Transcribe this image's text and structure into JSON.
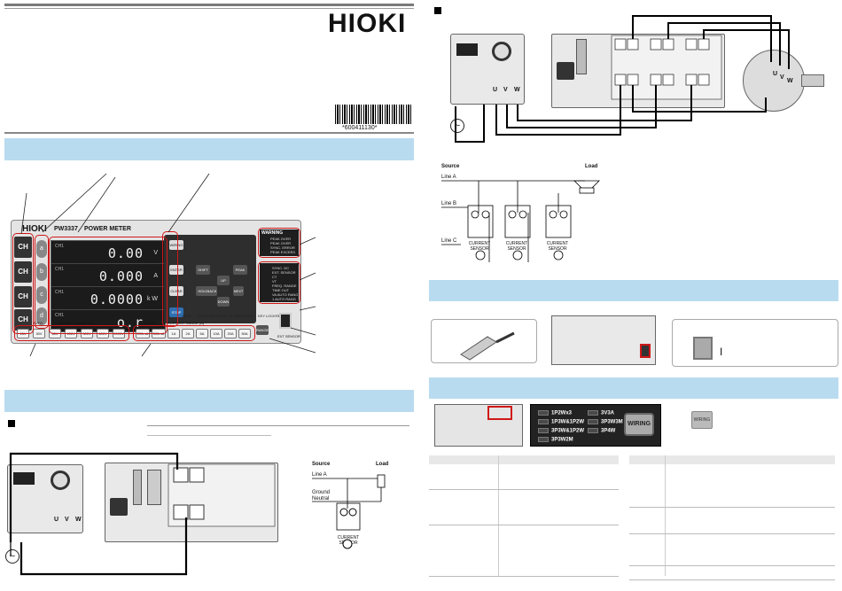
{
  "header": {
    "logo": "HIOKI",
    "barcode_text": "*600411130*"
  },
  "panel": {
    "brand": "HIOKI",
    "model": "PW3337",
    "title": "POWER METER",
    "channels": [
      "CH",
      "CH",
      "CH",
      "CH"
    ],
    "selectors": [
      "a",
      "b",
      "c",
      "d"
    ],
    "display": [
      {
        "ch": "CH1",
        "value": "0.00",
        "unit": "V"
      },
      {
        "ch": "CH1",
        "value": "0.000",
        "unit": "A"
      },
      {
        "ch": "CH1",
        "value": "0.0000",
        "unit": "k W"
      },
      {
        "ch": "CH1",
        "value": "o.r",
        "unit": ""
      }
    ],
    "auto_left": "AUTO",
    "voltage_range": "VOLTAGE RANGE (V)",
    "voltage_buttons": [
      "15V",
      "30V",
      "60V",
      "150V",
      "300V",
      "600V",
      "1000V"
    ],
    "auto_right": "AUTO",
    "current_range": "CURRENT RANGE (A)",
    "current_buttons": [
      "200mA",
      "500mA",
      "1A",
      "2A",
      "5A",
      "10A",
      "20A",
      "50A"
    ],
    "warning_label": "WARNING",
    "warning_items": [
      "PEAK OVER",
      "PEAK OVER",
      "SYNC. ERROR",
      "PEAK EXCEED"
    ],
    "status_items": [
      "SYNC. DC",
      "EXT. SENSOR",
      "CT",
      "VT",
      "FREQ. RANGE",
      "TIME OUT",
      "VA AUTO RANG",
      "1 AUTO RANG"
    ],
    "keys": [
      "WIRING",
      "ENTER",
      "CLEAR",
      "STOP",
      "SHIFT",
      "HOLD",
      "PEAK",
      "UP",
      "DOWN",
      "BACK",
      "NEXT"
    ],
    "bottom_labels": [
      "SYNC",
      "HOLD LIMIT",
      "START STOP",
      "D/A ASIGN",
      "KEY LOCK",
      "REMOTE"
    ],
    "ext_sensor": "EXT SENSOR",
    "range_up": "RANGE"
  },
  "wiring_menu": {
    "items": [
      "1P2Wx3",
      "1P3W&1P2W",
      "3P3W&1P2W",
      "3P3W2M",
      "3V3A",
      "3P3W3M",
      "3P4W"
    ],
    "button": "WIRING",
    "button_small": "WIRING"
  },
  "diagram_bottom": {
    "source": "Source",
    "load": "Load",
    "line_a": "Line A",
    "ground": "Ground",
    "neutral": "Neutral",
    "sensor": "CURRENT SENSOR",
    "terminals": [
      "U",
      "V",
      "W"
    ]
  },
  "diagram_right": {
    "source": "Source",
    "load": "Load",
    "line_a": "Line A",
    "line_b": "Line B",
    "line_c": "Line C",
    "sensor": "CURRENT SENSOR",
    "terminals": [
      "U",
      "V",
      "W"
    ],
    "motor_terminals": [
      "U",
      "V",
      "W"
    ]
  },
  "power_switch": {
    "on_mark": "I"
  },
  "colors": {
    "accent": "#b9dbef",
    "callout": "#d01818",
    "panel": "#e4e4e4",
    "lcd": "#1b1b1b"
  }
}
